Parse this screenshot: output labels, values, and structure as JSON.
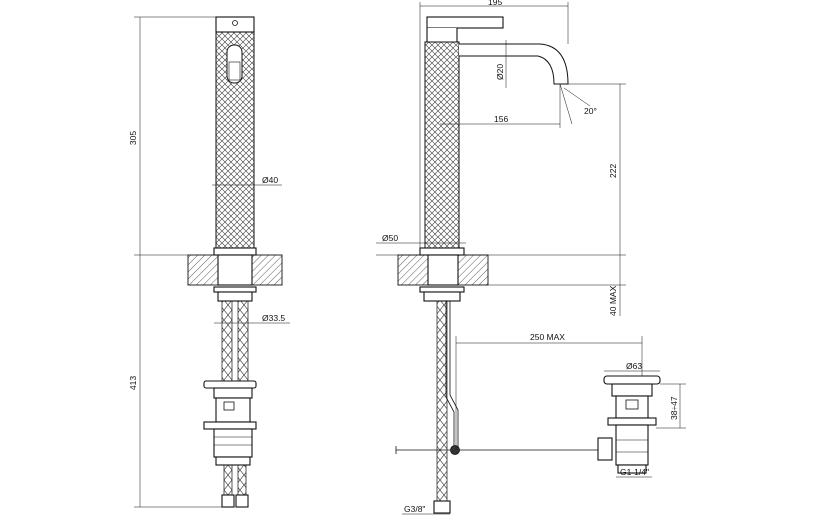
{
  "front_view": {
    "dim_total_height_upper": "305",
    "dim_total_height_lower": "413",
    "dim_body_diameter": "Ø40",
    "dim_tail_diameter": "Ø33.5"
  },
  "side_view": {
    "dim_spout_reach": "195",
    "dim_spout_diameter": "Ø20",
    "dim_spout_length": "156",
    "dim_spout_angle": "20°",
    "dim_spout_height": "222",
    "dim_base_diameter": "Ø50",
    "dim_deck_max": "40 MAX",
    "dim_rod_max": "250 MAX",
    "dim_waste_diameter": "Ø63",
    "dim_waste_range": "38÷47",
    "dim_waste_thread": "G1-1/4\"",
    "dim_hose_thread": "G3/8\""
  },
  "colors": {
    "line": "#111111",
    "hatch": "#444444",
    "background": "#ffffff"
  }
}
